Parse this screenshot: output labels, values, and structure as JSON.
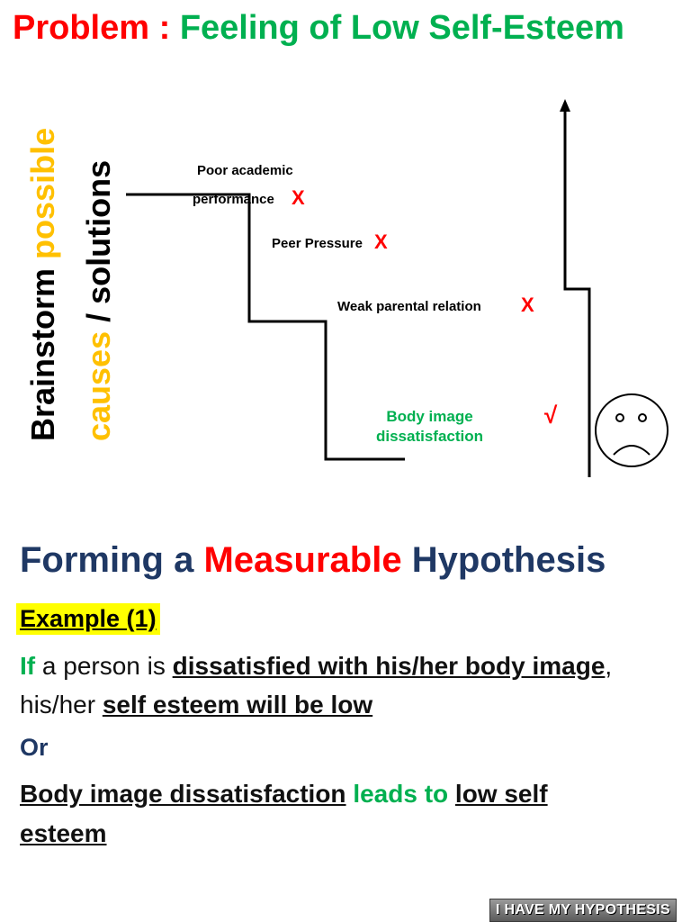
{
  "title": {
    "label": "Problem :",
    "text": "Feeling of Low Self-Esteem"
  },
  "brainstorm": {
    "word1": "Brainstorm",
    "word2": "possible",
    "word3": "causes",
    "word4": "/ solutions"
  },
  "causes": [
    {
      "line1": "Poor academic",
      "line2": "performance",
      "mark": "X"
    },
    {
      "text": "Peer Pressure",
      "mark": "X"
    },
    {
      "text": "Weak parental relation",
      "mark": "X"
    },
    {
      "line1": "Body image",
      "line2": "dissatisfaction",
      "mark": "√"
    }
  ],
  "hypothesis": {
    "heading_part1": "Forming a",
    "heading_part2": "Measurable",
    "heading_part3": "Hypothesis",
    "example_label": "Example (1)",
    "if_word": "If",
    "line1_plain": " a person is ",
    "line1_underlined": "dissatisfied with his/her body image",
    "line1_end": ",",
    "line2_plain": "his/her ",
    "line2_underlined": "self esteem will be low",
    "or_text": "Or",
    "line3_underlined": "Body image dissatisfaction",
    "line3_green": " leads to ",
    "line3_underlined2": "low  self",
    "line4_underlined": "esteem"
  },
  "badge_text": "I HAVE MY HYPOTHESIS",
  "colors": {
    "red": "#ff0000",
    "green": "#00b050",
    "navy": "#1f3864",
    "orange": "#ffc000",
    "highlight": "#ffff00"
  },
  "icons": [
    "sad-face-icon",
    "arrow-up-icon"
  ]
}
